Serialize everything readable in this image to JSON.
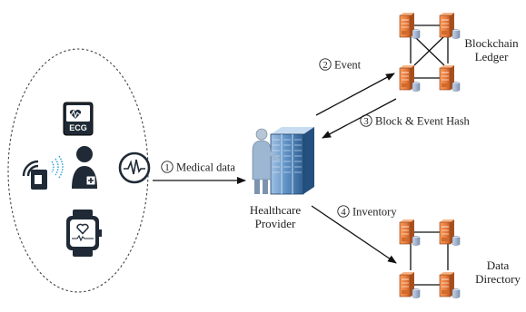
{
  "nodes": {
    "healthcare_provider": {
      "line1": "Healthcare",
      "line2": "Provider"
    },
    "blockchain_ledger": {
      "line1": "Blockchain",
      "line2": "Ledger"
    },
    "data_directory": {
      "line1": "Data",
      "line2": "Directory"
    }
  },
  "edges": {
    "medical_data": {
      "num": "1",
      "label": "Medical data"
    },
    "event": {
      "num": "2",
      "label": "Event"
    },
    "block_event_hash": {
      "num": "3",
      "label": "Block & Event Hash"
    },
    "inventory": {
      "num": "4",
      "label": "Inventory"
    }
  },
  "devices": {
    "ecg": {
      "label": "ECG"
    }
  },
  "colors": {
    "server_orange": "#e8793a",
    "server_dark": "#b4541f",
    "rack_blue": "#4a7fb5",
    "arrow": "#111111"
  }
}
